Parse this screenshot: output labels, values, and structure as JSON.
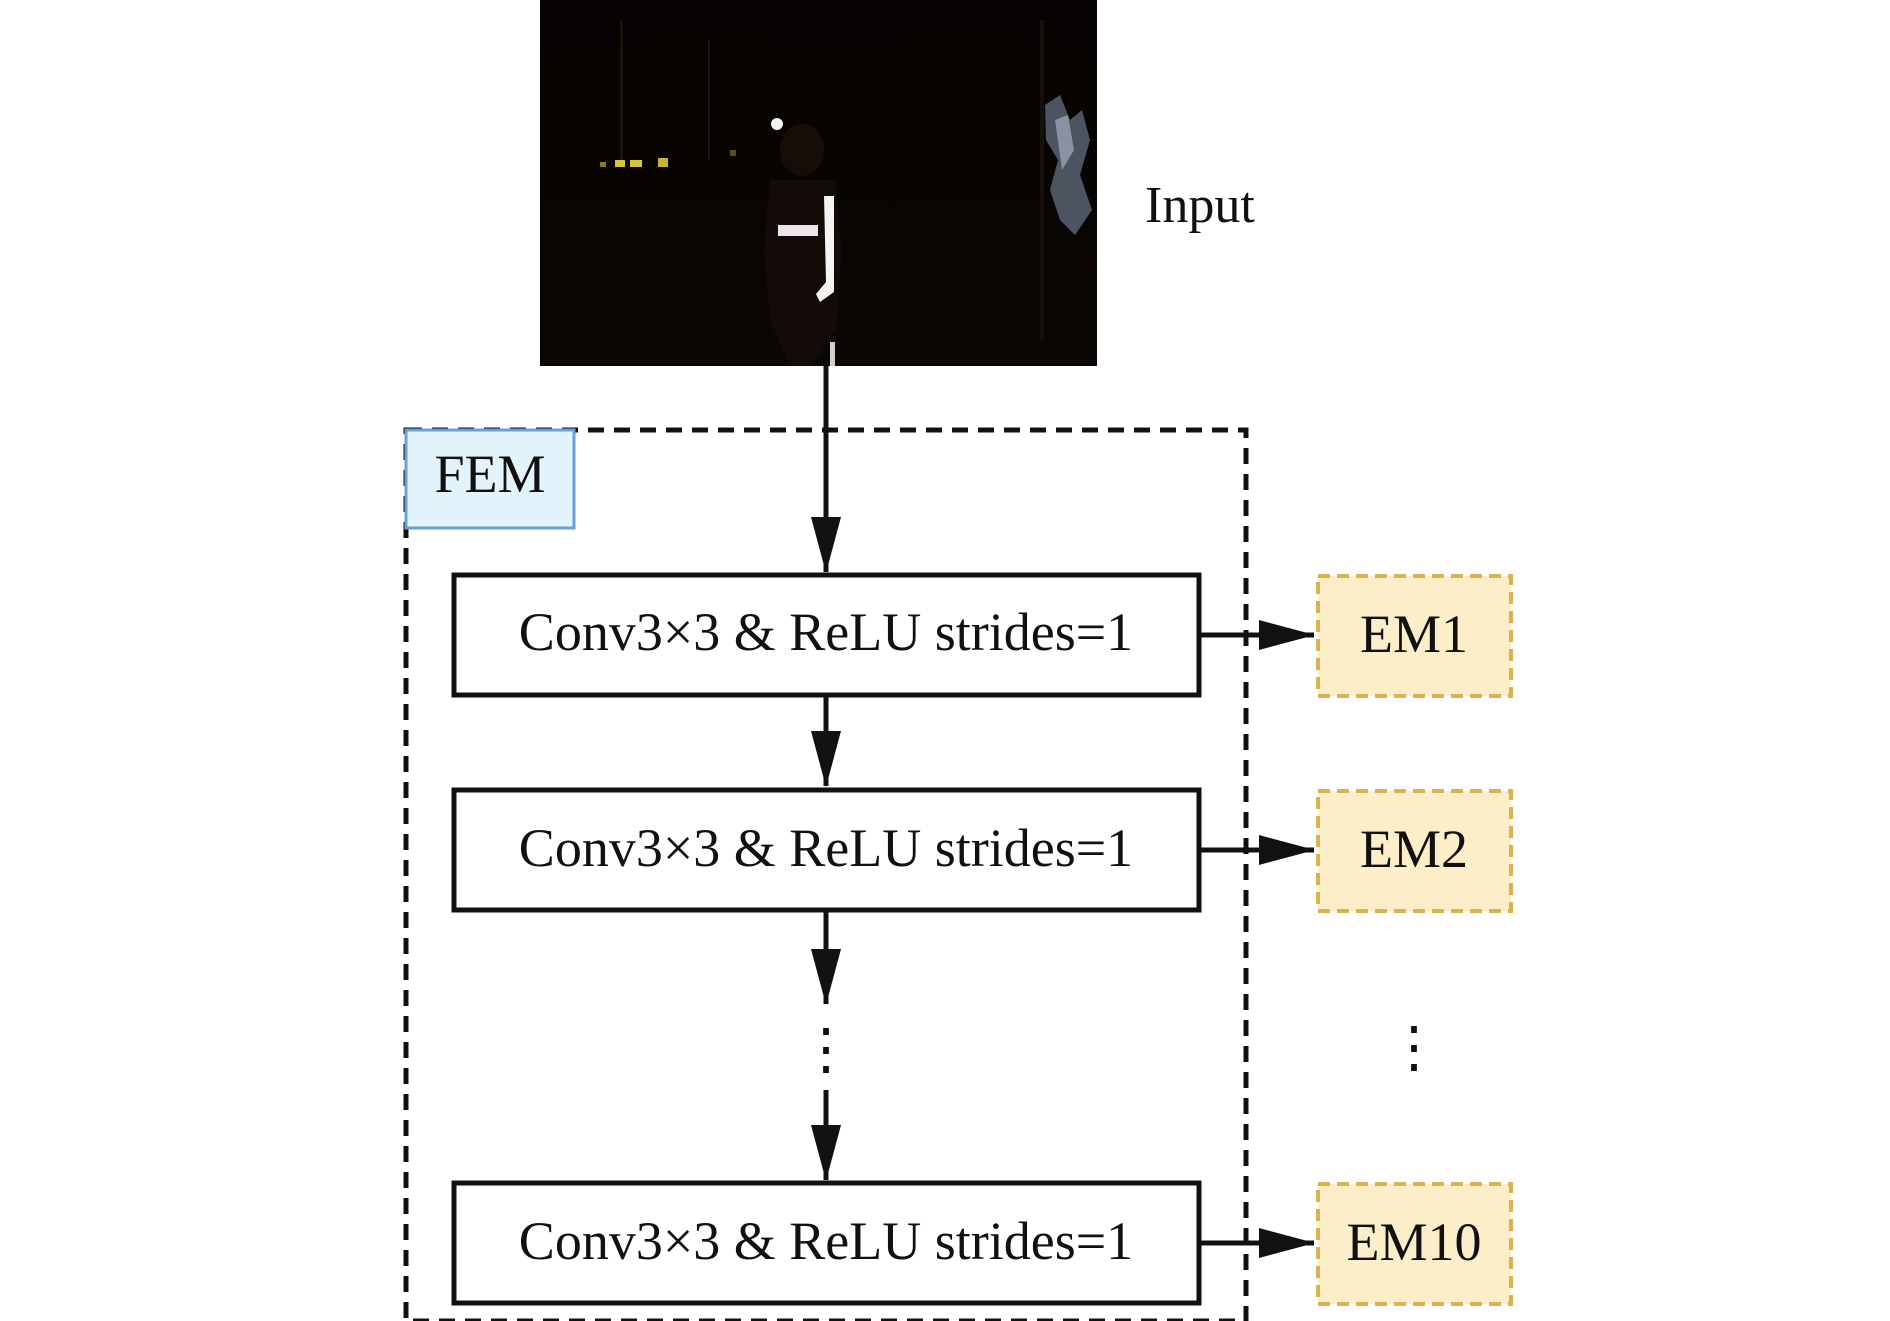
{
  "input": {
    "label": "Input",
    "image_icon": "night-scene-person-reflective-vest"
  },
  "fem": {
    "label": "FEM",
    "fill": "#e2f3fb",
    "border": "#6aa0d6"
  },
  "blocks": [
    {
      "label": "Conv3×3 & ReLU strides=1"
    },
    {
      "label": "Conv3×3 & ReLU strides=1"
    },
    {
      "label": "Conv3×3 & ReLU strides=1"
    }
  ],
  "outputs": [
    {
      "label": "EM1"
    },
    {
      "label": "EM2"
    },
    {
      "label": "EM10"
    }
  ],
  "ellipsis": "⋮",
  "colors": {
    "em_fill": "#fbeec8",
    "em_border": "#d9b350",
    "line": "#111111"
  }
}
